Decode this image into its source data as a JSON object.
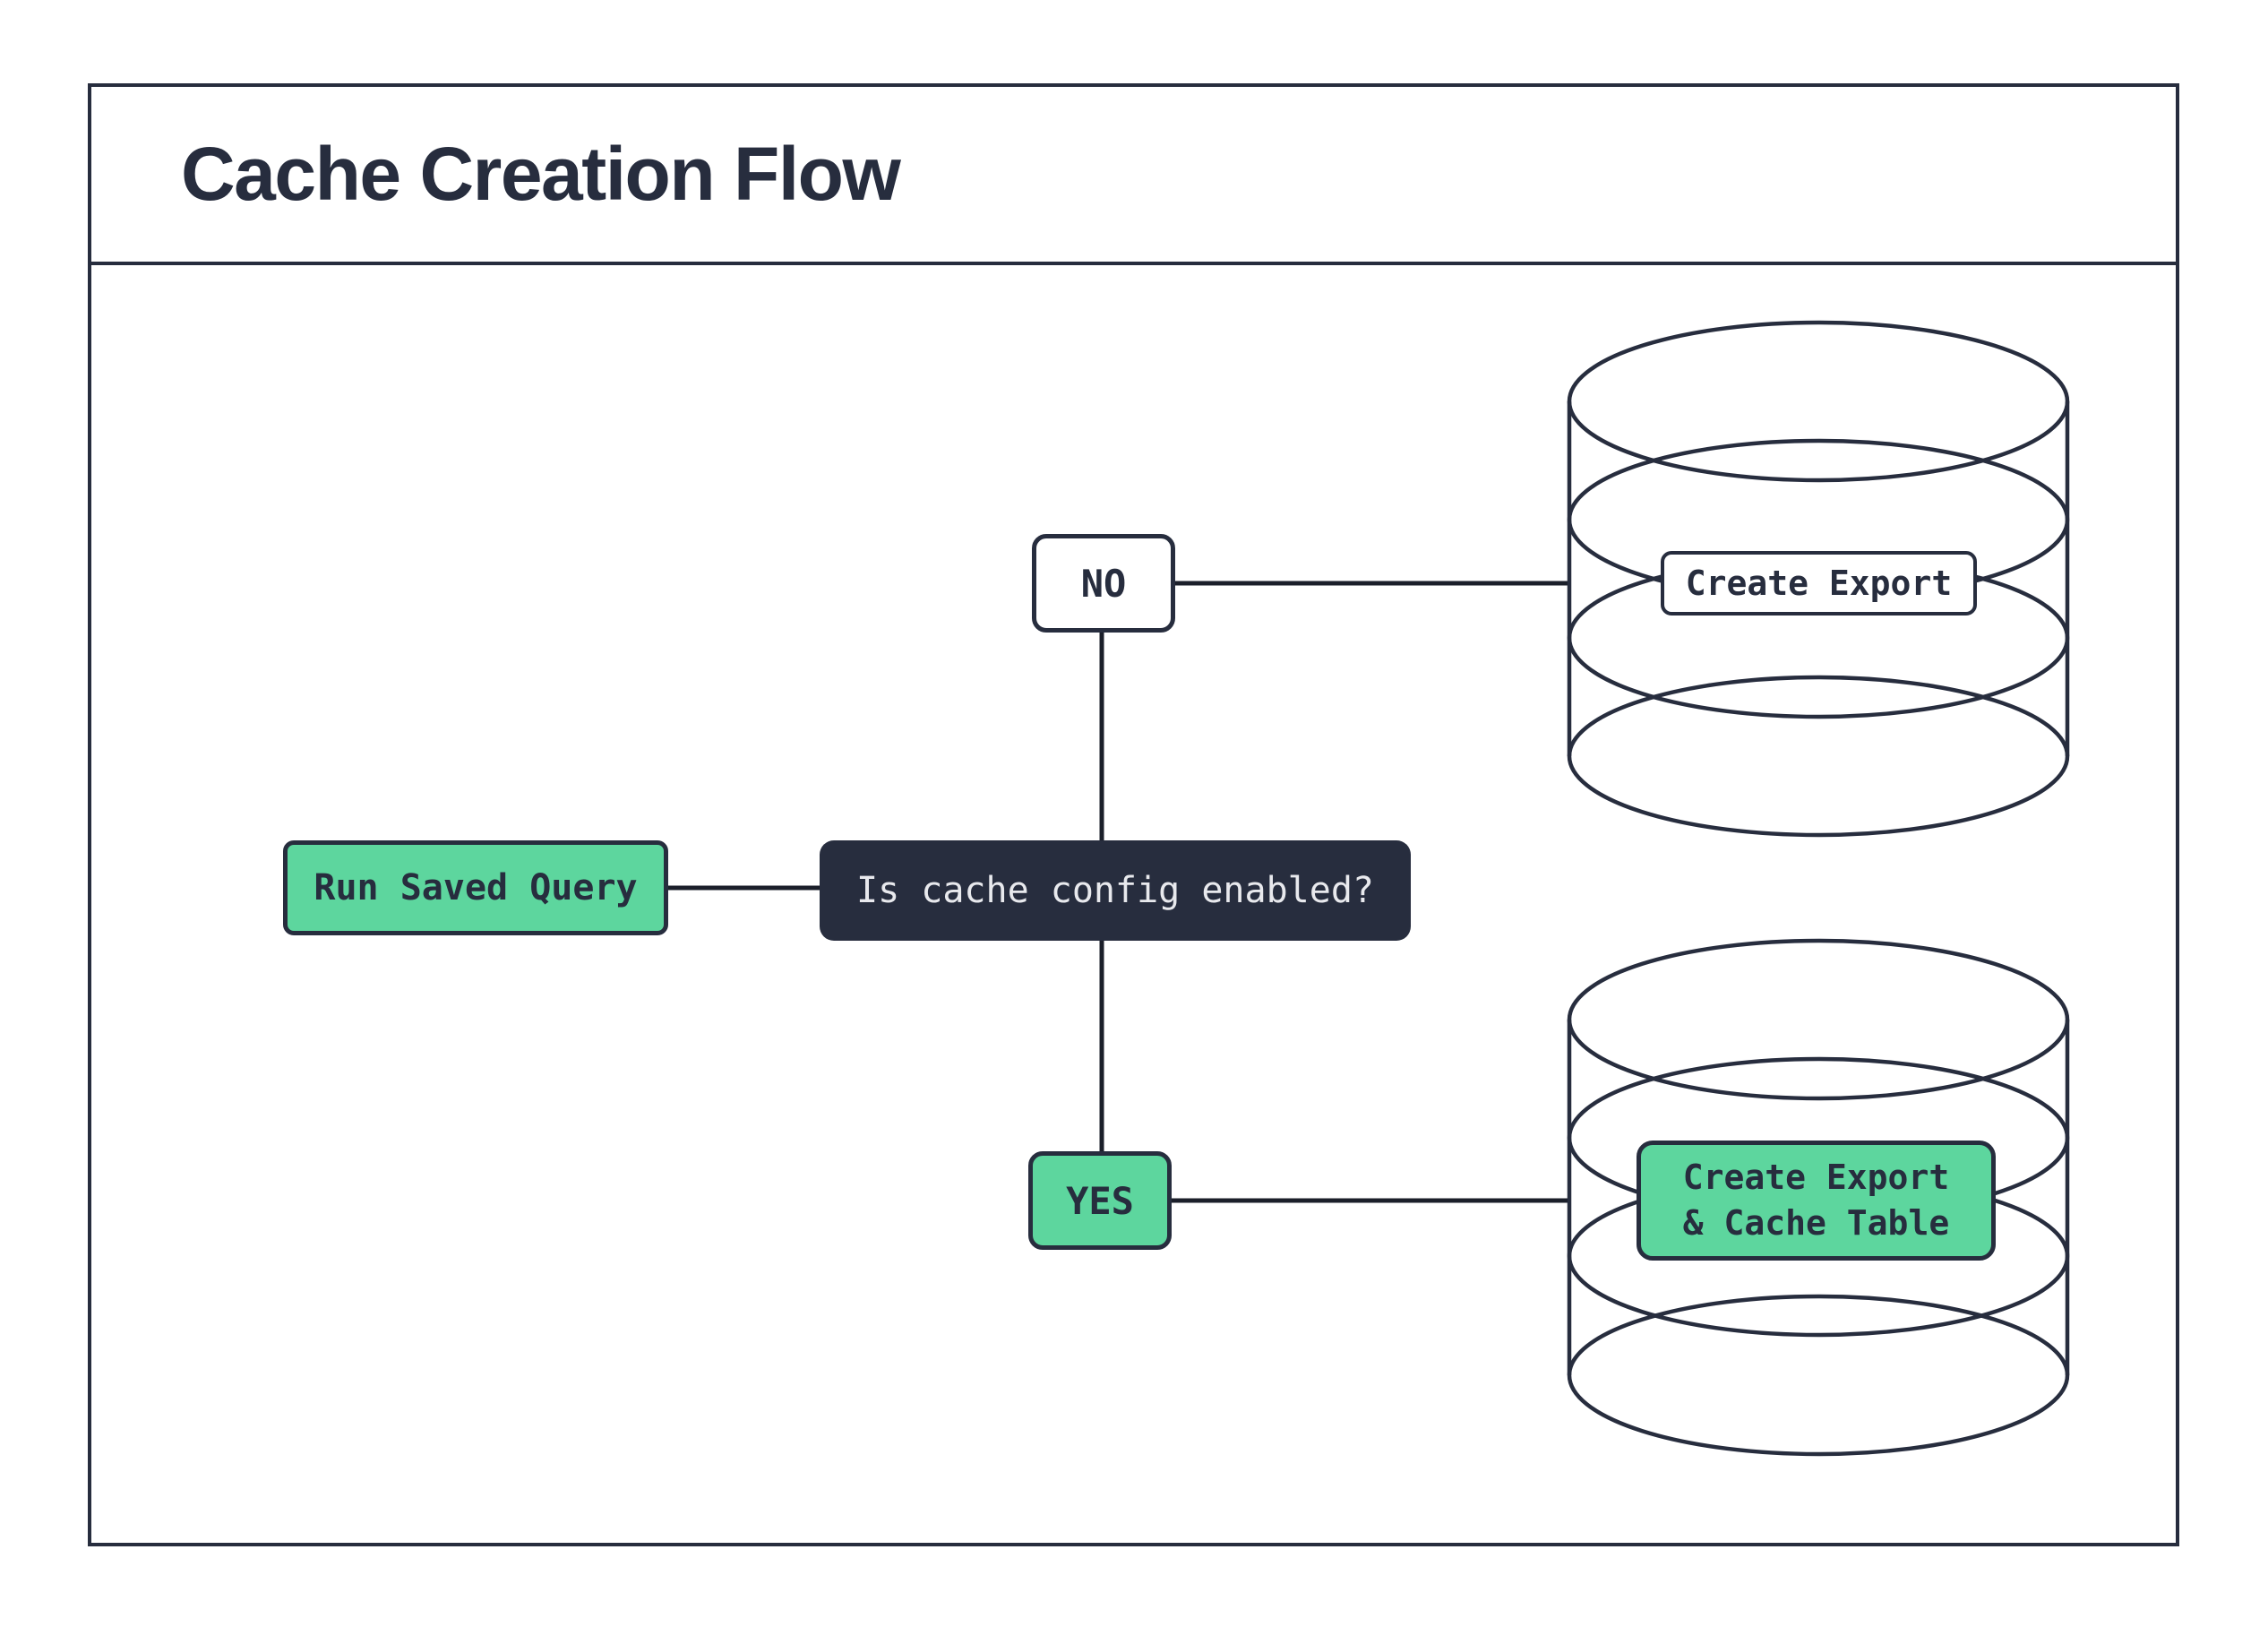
{
  "title": "Cache Creation Flow",
  "colors": {
    "dark": "#272d3e",
    "green": "#5dd69e",
    "light_text": "#e8e9ed",
    "background": "#ffffff"
  },
  "nodes": {
    "start": {
      "label": "Run Saved Query"
    },
    "decision": {
      "label": "Is cache config enabled?"
    },
    "branch_no": {
      "label": "NO"
    },
    "branch_yes": {
      "label": "YES"
    },
    "db_no": {
      "label": "Create Export"
    },
    "db_yes": {
      "line1": "Create Export",
      "line2": "& Cache Table"
    }
  },
  "icons": {
    "db_no": "database-cylinder",
    "db_yes": "database-cylinder"
  }
}
